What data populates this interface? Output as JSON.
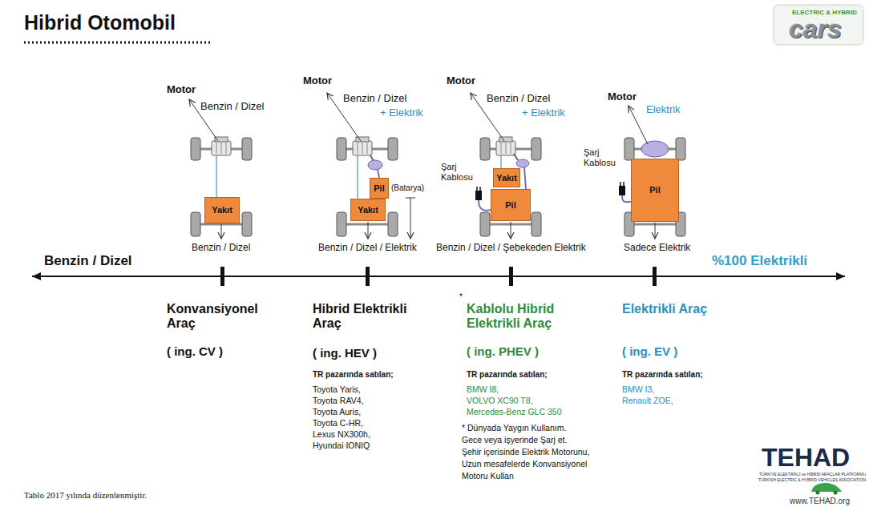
{
  "diagram": {
    "title": "Hibrid Otomobil",
    "nodes": [
      {
        "text": [
          "Yakıt"
        ]
      },
      {
        "text": [
          "Pil"
        ]
      },
      {
        "text": [
          "Yakıt"
        ]
      },
      {
        "text": [
          "Yakıt"
        ]
      },
      {
        "text": [
          "Pil"
        ]
      },
      {
        "text": [
          "Pil"
        ]
      }
    ],
    "labels": [
      "Motor",
      "Benzin / Dizel",
      "Benzin / Dizel",
      "Motor",
      "Benzin / Dizel",
      "+ Elektrik",
      "(Batarya)",
      "Benzin / Dizel / Elektrik",
      "Motor",
      "Benzin / Dizel",
      "+ Elektrik",
      "Şarj Kablosu",
      "Benzin / Dizel / Şebekeden Elektrik",
      "Motor",
      "Elektrik",
      "Şarj Kablosu",
      "Sadece Elektrik",
      "Benzin / Dizel",
      "%100 Elektrikli",
      "Konvansiyonel Araç",
      "( ing. CV )",
      "Hibrid Elektrikli Araç",
      "( ing. HEV )",
      "TR pazarında satılan;",
      "Toyota Yaris,",
      "Toyota RAV4,",
      "Toyota Auris,",
      "Toyota C-HR,",
      "Lexus NX300h,",
      "Hyundai IONIQ",
      "*",
      "Kablolu Hibrid Elektrikli Araç",
      "( ing. PHEV )",
      "TR pazarında satılan;",
      "BMW I8,",
      "VOLVO XC90 T8,",
      "Mercedes-Benz GLC 350",
      "* Dünyada Yaygın Kullanım.",
      "Gece veya işyerinde Şarj et.",
      "Şehir içerisinde Elektrik Motorunu,",
      "Uzun mesafelerde Konvansiyonel",
      "Motoru Kullan",
      "Elektrikli Araç",
      "( ing. EV )",
      "TR pazarında satılan;",
      "BMW I3,",
      "Renault ZOE,",
      "Tablo 2017 yılında düzenlenmiştir.",
      "ELECTRIC & HYBRID",
      "cars",
      "TEHAD",
      "TÜRKİYE ELEKTRİKLİ ve HİBRİD ARAÇLAR PLATFORMU",
      "TURKISH ELECTRIC & HYBRID VEHICLES ASSOCIATION",
      "www.TEHAD.org"
    ]
  }
}
